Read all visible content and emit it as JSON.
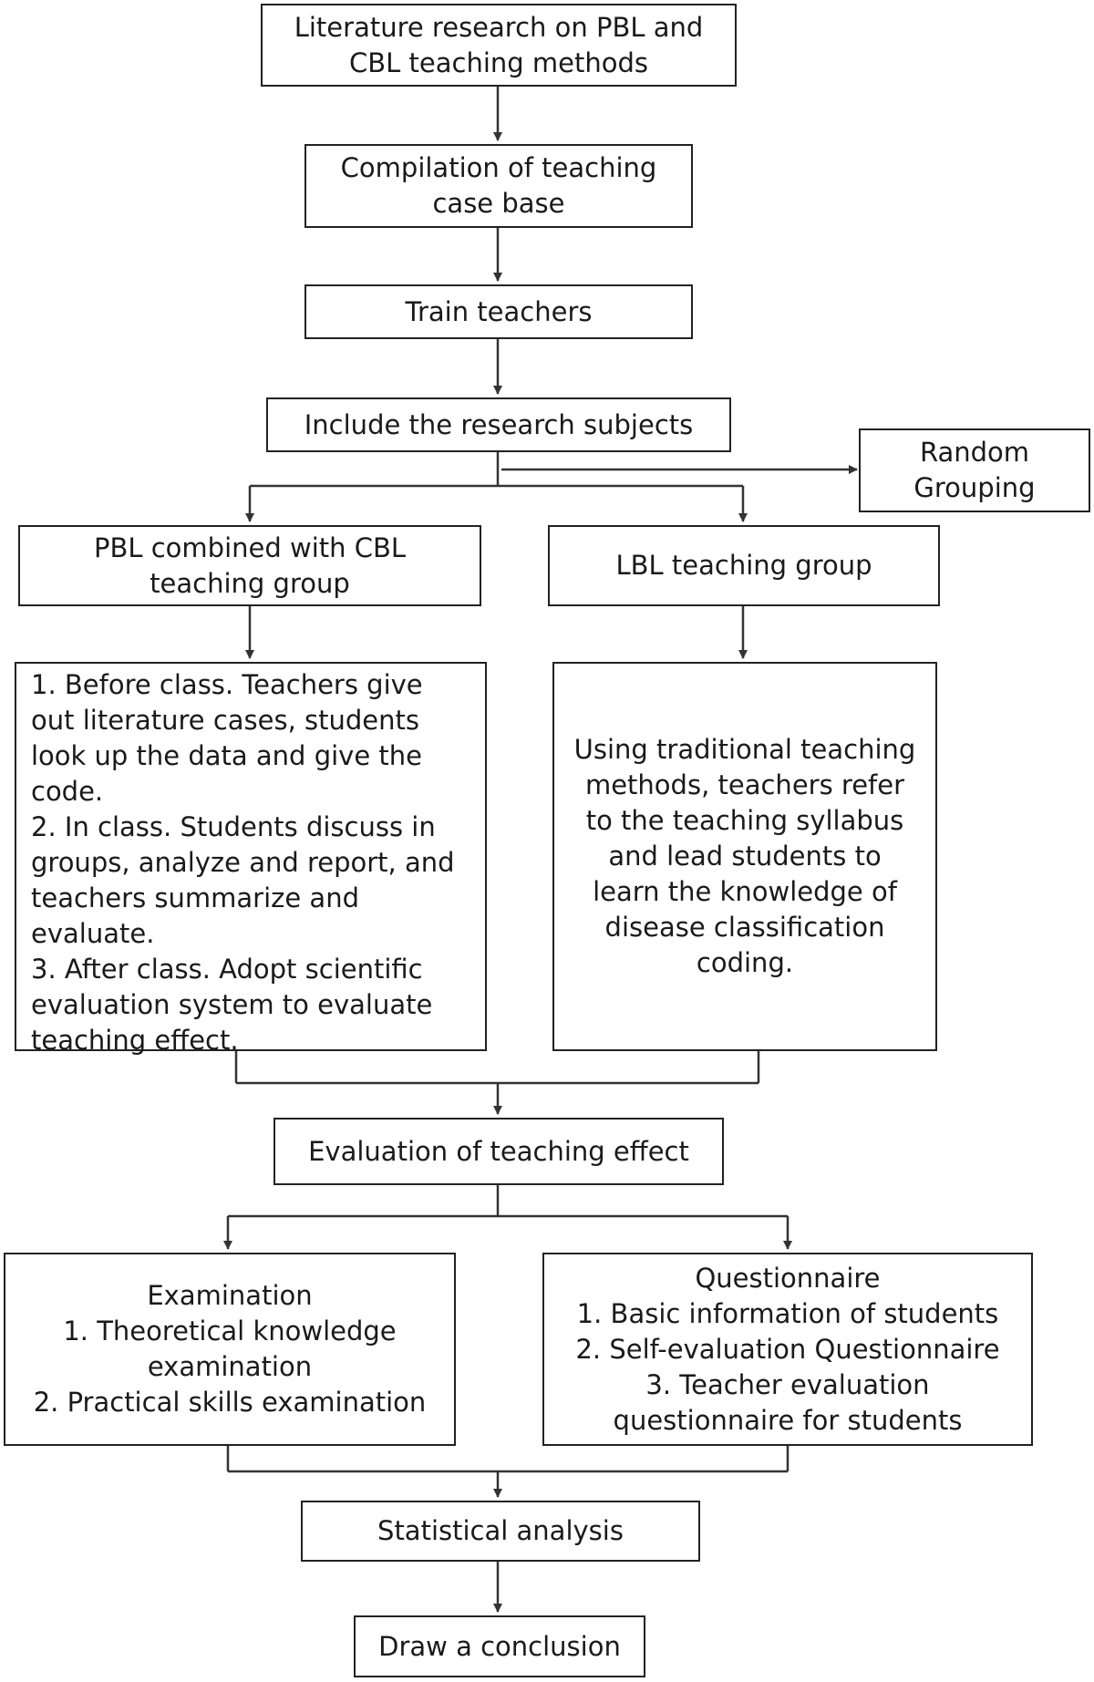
{
  "steps": {
    "literature": "Literature research on PBL and\nCBL teaching methods",
    "compilation": "Compilation of teaching\ncase base",
    "train": "Train teachers",
    "include": "Include the research subjects",
    "random": "Random\nGrouping",
    "pbl_group": "PBL combined with CBL\nteaching group",
    "lbl_group": "LBL teaching group",
    "pbl_detail": "1. Before class. Teachers give\nout literature cases, students\nlook up the data and give the\ncode.\n2. In class. Students discuss in\ngroups, analyze and report, and\nteachers summarize and\nevaluate.\n3. After class. Adopt scientific\nevaluation system to evaluate\nteaching effect.",
    "lbl_detail": "Using traditional teaching\nmethods, teachers refer\nto the teaching syllabus\nand lead students to\nlearn the knowledge of\ndisease classification\ncoding.",
    "evaluation": "Evaluation of teaching effect",
    "examination": "Examination\n1. Theoretical knowledge\nexamination\n2. Practical skills examination",
    "questionnaire": "Questionnaire\n1. Basic information of students\n2. Self-evaluation Questionnaire\n3. Teacher evaluation\nquestionnaire for students",
    "statistical": "Statistical analysis",
    "conclusion": "Draw a conclusion"
  },
  "colors": {
    "line": "#333333",
    "border": "#222222",
    "text": "#1a1a1a"
  }
}
